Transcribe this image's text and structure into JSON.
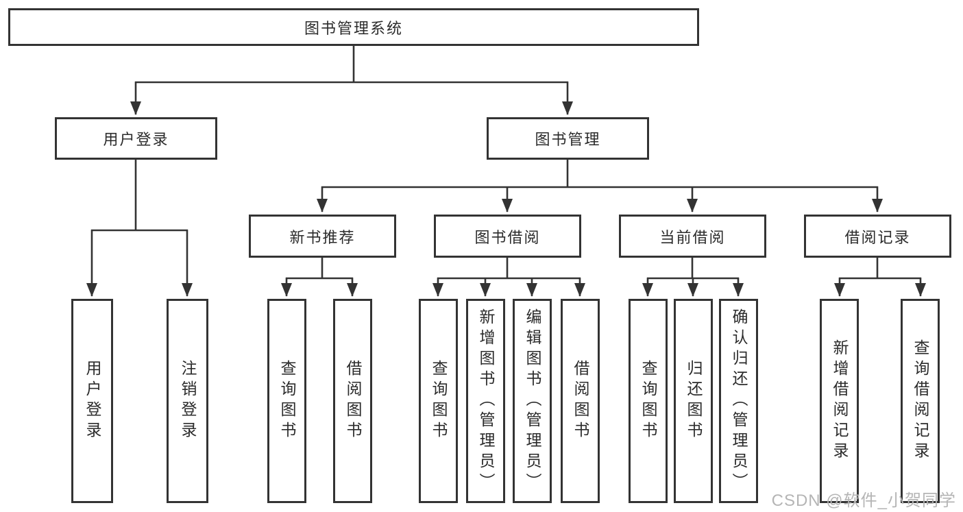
{
  "diagram": {
    "tree": {
      "label": "图书管理系统",
      "children": [
        {
          "label": "用户登录",
          "children": [
            {
              "label": "用户登录"
            },
            {
              "label": "注销登录"
            }
          ]
        },
        {
          "label": "图书管理",
          "children": [
            {
              "label": "新书推荐",
              "children": [
                {
                  "label": "查询图书"
                },
                {
                  "label": "借阅图书"
                }
              ]
            },
            {
              "label": "图书借阅",
              "children": [
                {
                  "label": "查询图书"
                },
                {
                  "label": "新增图书（管理员）"
                },
                {
                  "label": "编辑图书（管理员）"
                },
                {
                  "label": "借阅图书"
                }
              ]
            },
            {
              "label": "当前借阅",
              "children": [
                {
                  "label": "查询图书"
                },
                {
                  "label": "归还图书"
                },
                {
                  "label": "确认归还（管理员）"
                }
              ]
            },
            {
              "label": "借阅记录",
              "children": [
                {
                  "label": "新增借阅记录"
                },
                {
                  "label": "查询借阅记录"
                }
              ]
            }
          ]
        }
      ]
    }
  },
  "watermark": {
    "text": "CSDN @软件_小贺同学"
  },
  "colors": {
    "line": "#333333",
    "text": "#2b2b2b",
    "watermark": "#b5b5b5",
    "bg": "#ffffff"
  }
}
